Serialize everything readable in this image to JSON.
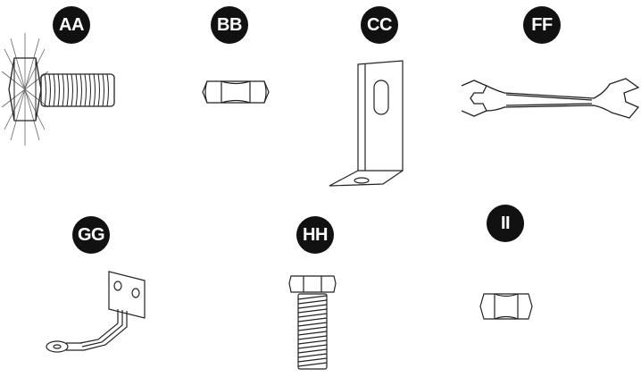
{
  "labels": {
    "aa": "AA",
    "bb": "BB",
    "cc": "CC",
    "ff": "FF",
    "gg": "GG",
    "hh": "HH",
    "ii": "II"
  },
  "colors": {
    "badge_bg": "#111111",
    "badge_text": "#ffffff",
    "line": "#222222"
  },
  "icons": {
    "aa": "threaded-bolt-with-washer-icon",
    "bb": "hex-nut-icon",
    "cc": "angle-bracket-icon",
    "ff": "open-end-wrench-icon",
    "gg": "offset-mounting-bracket-icon",
    "hh": "hex-head-bolt-icon",
    "ii": "hex-nut-icon"
  }
}
